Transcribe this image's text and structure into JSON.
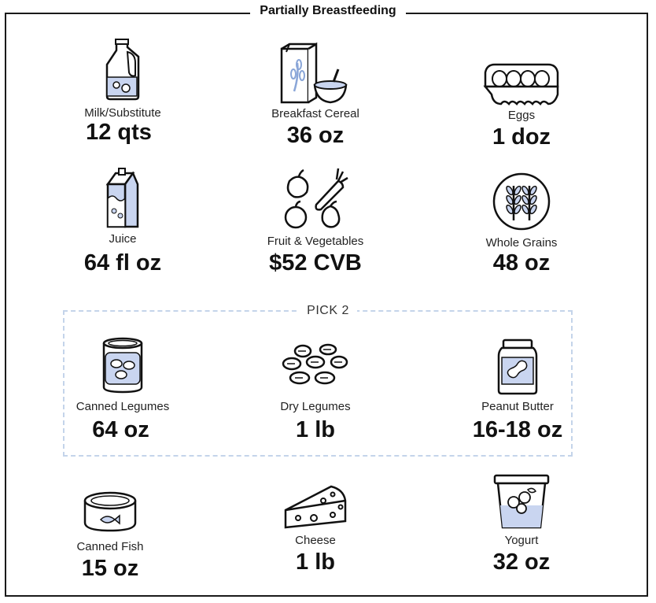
{
  "title": "Partially Breastfeeding",
  "pick_label": "PICK 2",
  "items": {
    "milk": {
      "label": "Milk/Substitute",
      "amount": "12 qts"
    },
    "cereal": {
      "label": "Breakfast Cereal",
      "amount": "36 oz"
    },
    "eggs": {
      "label": "Eggs",
      "amount": "1 doz"
    },
    "juice": {
      "label": "Juice",
      "amount": "64 fl oz"
    },
    "fruitveg": {
      "label": "Fruit & Vegetables",
      "amount": "$52 CVB"
    },
    "grains": {
      "label": "Whole Grains",
      "amount": "48 oz"
    },
    "canned_legumes": {
      "label": "Canned Legumes",
      "amount": "64 oz"
    },
    "dry_legumes": {
      "label": "Dry Legumes",
      "amount": "1 lb"
    },
    "peanut_butter": {
      "label": "Peanut Butter",
      "amount": "16-18 oz"
    },
    "canned_fish": {
      "label": "Canned Fish",
      "amount": "15 oz"
    },
    "cheese": {
      "label": "Cheese",
      "amount": "1 lb"
    },
    "yogurt": {
      "label": "Yogurt",
      "amount": "32 oz"
    }
  },
  "colors": {
    "accent_fill": "#c9d5f0",
    "border": "#1a1a1a",
    "dashed_border": "#c4d4ea"
  }
}
